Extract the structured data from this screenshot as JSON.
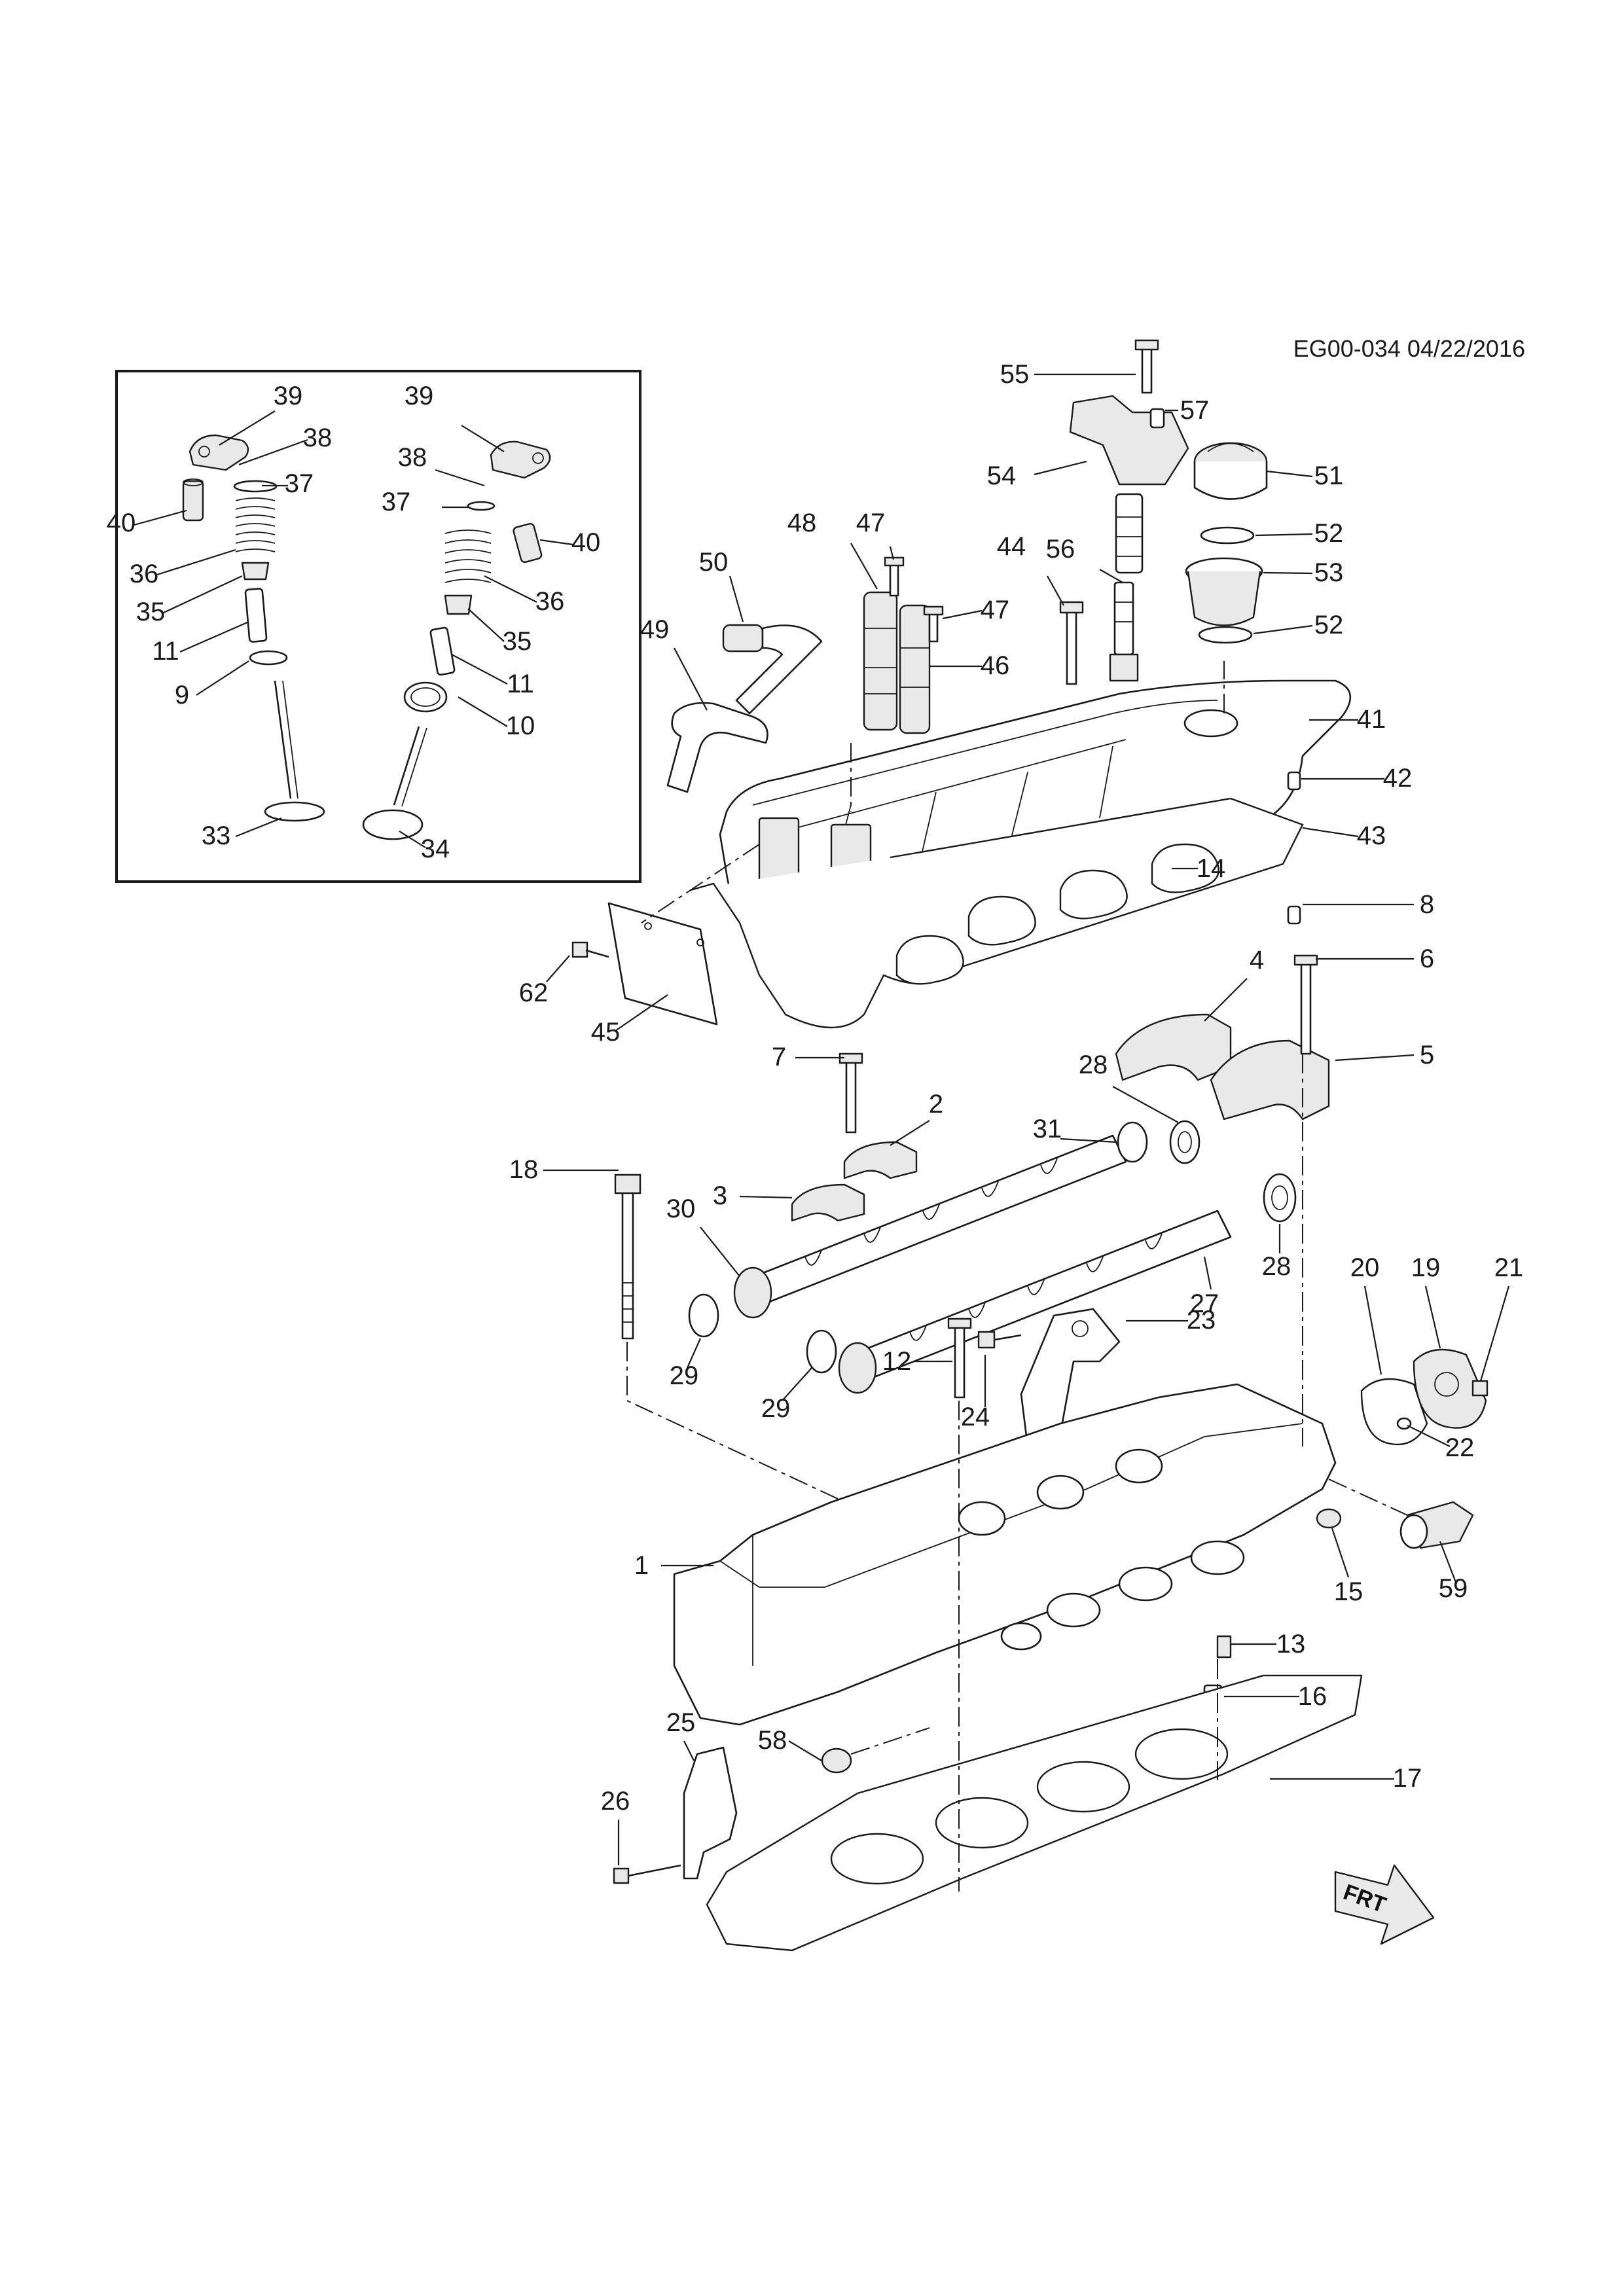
{
  "document_ref": "EG00-034 04/22/2016",
  "direction_label": "FRT",
  "callouts": [
    {
      "num": "1"
    },
    {
      "num": "2"
    },
    {
      "num": "3"
    },
    {
      "num": "4"
    },
    {
      "num": "5"
    },
    {
      "num": "6"
    },
    {
      "num": "7"
    },
    {
      "num": "8"
    },
    {
      "num": "9"
    },
    {
      "num": "10"
    },
    {
      "num": "11"
    },
    {
      "num": "11"
    },
    {
      "num": "12"
    },
    {
      "num": "13"
    },
    {
      "num": "14"
    },
    {
      "num": "15"
    },
    {
      "num": "16"
    },
    {
      "num": "17"
    },
    {
      "num": "18"
    },
    {
      "num": "19"
    },
    {
      "num": "20"
    },
    {
      "num": "21"
    },
    {
      "num": "22"
    },
    {
      "num": "23"
    },
    {
      "num": "24"
    },
    {
      "num": "25"
    },
    {
      "num": "26"
    },
    {
      "num": "27"
    },
    {
      "num": "28"
    },
    {
      "num": "28"
    },
    {
      "num": "29"
    },
    {
      "num": "29"
    },
    {
      "num": "30"
    },
    {
      "num": "31"
    },
    {
      "num": "33"
    },
    {
      "num": "34"
    },
    {
      "num": "35"
    },
    {
      "num": "35"
    },
    {
      "num": "36"
    },
    {
      "num": "36"
    },
    {
      "num": "37"
    },
    {
      "num": "37"
    },
    {
      "num": "38"
    },
    {
      "num": "38"
    },
    {
      "num": "39"
    },
    {
      "num": "39"
    },
    {
      "num": "40"
    },
    {
      "num": "40"
    },
    {
      "num": "41"
    },
    {
      "num": "42"
    },
    {
      "num": "43"
    },
    {
      "num": "44"
    },
    {
      "num": "45"
    },
    {
      "num": "46"
    },
    {
      "num": "47"
    },
    {
      "num": "47"
    },
    {
      "num": "48"
    },
    {
      "num": "49"
    },
    {
      "num": "50"
    },
    {
      "num": "51"
    },
    {
      "num": "52"
    },
    {
      "num": "52"
    },
    {
      "num": "53"
    },
    {
      "num": "54"
    },
    {
      "num": "55"
    },
    {
      "num": "56"
    },
    {
      "num": "57"
    },
    {
      "num": "58"
    },
    {
      "num": "59"
    },
    {
      "num": "62"
    }
  ]
}
